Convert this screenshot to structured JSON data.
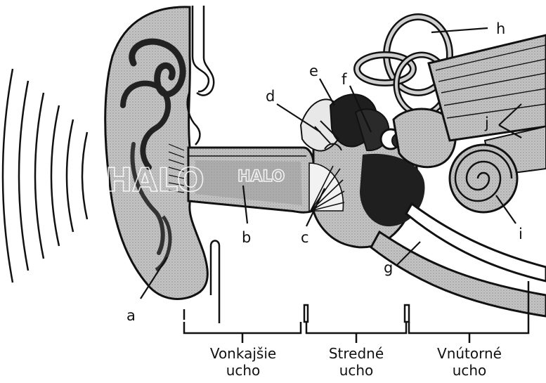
{
  "labels": {
    "a": "a",
    "b": "b",
    "c": "c",
    "d": "d",
    "e": "e",
    "f": "f",
    "g": "g",
    "h": "h",
    "i": "i",
    "j": "j"
  },
  "sections": {
    "outer": [
      "Vonkajšie",
      "ucho"
    ],
    "middle": [
      "Stredné",
      "ucho"
    ],
    "inner": [
      "Vnútorné",
      "ucho"
    ]
  },
  "watermark": "HALO",
  "colors": {
    "ink": "#111111",
    "tissue": "#bdbdbd",
    "dark": "#2a2a2a",
    "background": "#ffffff"
  }
}
